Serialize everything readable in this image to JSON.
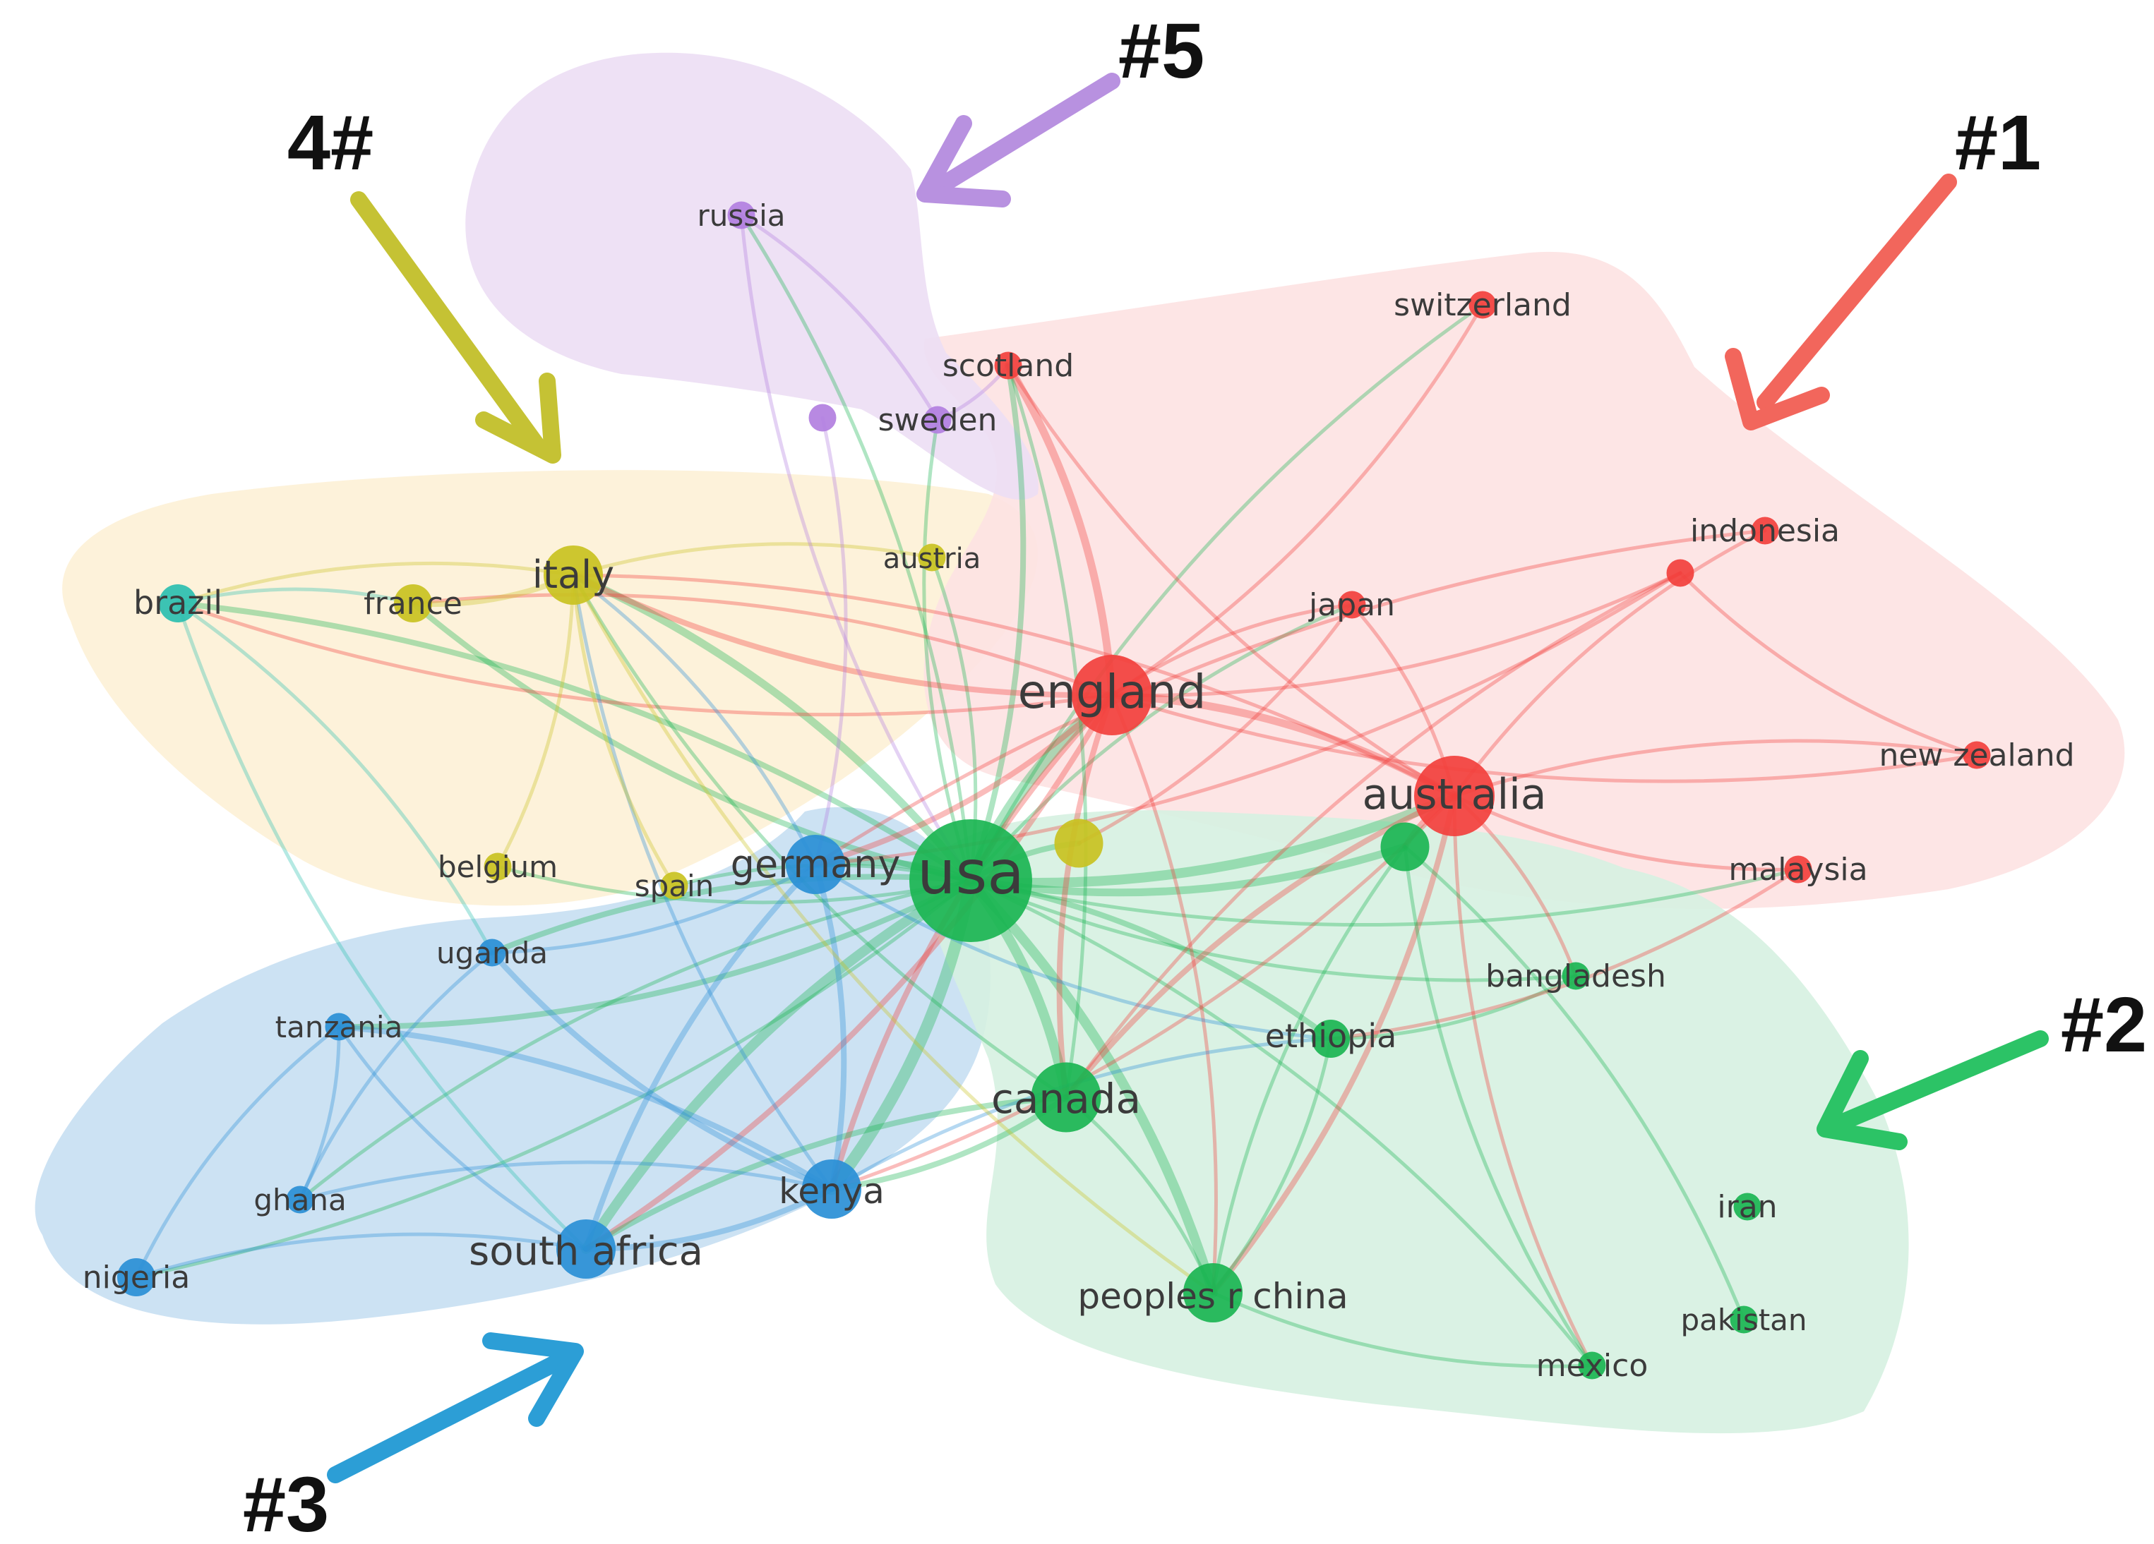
{
  "colors": {
    "c1": "#f2403d",
    "c2": "#1bb552",
    "c3": "#2a8fd6",
    "c4": "#c9c221",
    "c5": "#b27fe0",
    "teal": "#2bbfb0",
    "hull1": "#fde2e2",
    "hull2": "#d6f1e1",
    "hull3": "#c7dff2",
    "hull4": "#fdf1d6",
    "hull5": "#ecdef4",
    "arrow1": "#f2665c",
    "arrow2": "#2cc366",
    "arrow3": "#2c9ed6",
    "arrow4": "#c5c234",
    "arrow5": "#b891e0"
  },
  "cluster_tags": [
    {
      "id": "t1",
      "text": "#1",
      "color": "arrow1"
    },
    {
      "id": "t2",
      "text": "#2",
      "color": "arrow2"
    },
    {
      "id": "t3",
      "text": "#3",
      "color": "arrow3"
    },
    {
      "id": "t4",
      "text": "4#",
      "color": "arrow4"
    },
    {
      "id": "t5",
      "text": "#5",
      "color": "arrow5"
    }
  ],
  "nodes": [
    {
      "id": "usa",
      "label": "usa",
      "cluster": 2,
      "weight": 10
    },
    {
      "id": "england",
      "label": "england",
      "cluster": 1,
      "weight": 6
    },
    {
      "id": "australia",
      "label": "australia",
      "cluster": 1,
      "weight": 6
    },
    {
      "id": "canada",
      "label": "canada",
      "cluster": 2,
      "weight": 5
    },
    {
      "id": "south_africa",
      "label": "south africa",
      "cluster": 3,
      "weight": 4
    },
    {
      "id": "kenya",
      "label": "kenya",
      "cluster": 3,
      "weight": 4
    },
    {
      "id": "germany",
      "label": "germany",
      "cluster": 3,
      "weight": 4
    },
    {
      "id": "peoples_r_china",
      "label": "peoples r china",
      "cluster": 2,
      "weight": 4
    },
    {
      "id": "italy",
      "label": "italy",
      "cluster": 4,
      "weight": 4
    },
    {
      "id": "ethiopia",
      "label": "ethiopia",
      "cluster": 2,
      "weight": 2
    },
    {
      "id": "brazil",
      "label": "brazil",
      "cluster": "teal",
      "weight": 2
    },
    {
      "id": "france",
      "label": "france",
      "cluster": 4,
      "weight": 2
    },
    {
      "id": "austria",
      "label": "austria",
      "cluster": 4,
      "weight": 1
    },
    {
      "id": "belgium",
      "label": "belgium",
      "cluster": 4,
      "weight": 1
    },
    {
      "id": "spain",
      "label": "spain",
      "cluster": 4,
      "weight": 1
    },
    {
      "id": "uganda",
      "label": "uganda",
      "cluster": 3,
      "weight": 1
    },
    {
      "id": "tanzania",
      "label": "tanzania",
      "cluster": 3,
      "weight": 1
    },
    {
      "id": "ghana",
      "label": "ghana",
      "cluster": 3,
      "weight": 1
    },
    {
      "id": "nigeria",
      "label": "nigeria",
      "cluster": 3,
      "weight": 2
    },
    {
      "id": "russia",
      "label": "russia",
      "cluster": 5,
      "weight": 1
    },
    {
      "id": "sweden",
      "label": "sweden",
      "cluster": 5,
      "weight": 1
    },
    {
      "id": "scotland",
      "label": "scotland",
      "cluster": 1,
      "weight": 1
    },
    {
      "id": "switzerland",
      "label": "switzerland",
      "cluster": 1,
      "weight": 1
    },
    {
      "id": "indonesia",
      "label": "indonesia",
      "cluster": 1,
      "weight": 1
    },
    {
      "id": "japan",
      "label": "japan",
      "cluster": 1,
      "weight": 1
    },
    {
      "id": "new_zealand",
      "label": "new zealand",
      "cluster": 1,
      "weight": 1
    },
    {
      "id": "malaysia",
      "label": "malaysia",
      "cluster": 1,
      "weight": 1
    },
    {
      "id": "bangladesh",
      "label": "bangladesh",
      "cluster": 2,
      "weight": 1
    },
    {
      "id": "iran",
      "label": "iran",
      "cluster": 2,
      "weight": 1
    },
    {
      "id": "pakistan",
      "label": "pakistan",
      "cluster": 2,
      "weight": 1
    },
    {
      "id": "mexico",
      "label": "mexico",
      "cluster": 2,
      "weight": 1
    },
    {
      "id": "u_purple",
      "label": "",
      "cluster": 5,
      "weight": 1
    },
    {
      "id": "u_red",
      "label": "",
      "cluster": 1,
      "weight": 1
    },
    {
      "id": "u_green",
      "label": "",
      "cluster": 2,
      "weight": 3
    },
    {
      "id": "u_olive",
      "label": "",
      "cluster": 4,
      "weight": 3
    }
  ],
  "links": [
    [
      "usa",
      "england",
      5
    ],
    [
      "usa",
      "australia",
      4
    ],
    [
      "usa",
      "canada",
      4
    ],
    [
      "usa",
      "south_africa",
      4
    ],
    [
      "usa",
      "kenya",
      5
    ],
    [
      "usa",
      "germany",
      3
    ],
    [
      "usa",
      "peoples_r_china",
      4
    ],
    [
      "usa",
      "italy",
      3
    ],
    [
      "usa",
      "ethiopia",
      2
    ],
    [
      "usa",
      "brazil",
      2
    ],
    [
      "usa",
      "france",
      2
    ],
    [
      "usa",
      "uganda",
      2
    ],
    [
      "usa",
      "tanzania",
      2
    ],
    [
      "usa",
      "ghana",
      1
    ],
    [
      "usa",
      "nigeria",
      1
    ],
    [
      "usa",
      "scotland",
      2
    ],
    [
      "usa",
      "sweden",
      1
    ],
    [
      "usa",
      "russia",
      1
    ],
    [
      "usa",
      "switzerland",
      1
    ],
    [
      "usa",
      "bangladesh",
      1
    ],
    [
      "usa",
      "mexico",
      1
    ],
    [
      "usa",
      "u_green",
      3
    ],
    [
      "usa",
      "u_olive",
      2
    ],
    [
      "usa",
      "spain",
      1
    ],
    [
      "usa",
      "belgium",
      1
    ],
    [
      "usa",
      "austria",
      1
    ],
    [
      "usa",
      "japan",
      1
    ],
    [
      "usa",
      "malaysia",
      1
    ],
    [
      "england",
      "australia",
      3
    ],
    [
      "england",
      "canada",
      2
    ],
    [
      "england",
      "south_africa",
      2
    ],
    [
      "england",
      "kenya",
      2
    ],
    [
      "england",
      "italy",
      2
    ],
    [
      "england",
      "scotland",
      3
    ],
    [
      "england",
      "germany",
      2
    ],
    [
      "england",
      "new_zealand",
      1
    ],
    [
      "england",
      "japan",
      1
    ],
    [
      "england",
      "france",
      1
    ],
    [
      "england",
      "brazil",
      1
    ],
    [
      "england",
      "switzerland",
      1
    ],
    [
      "england",
      "peoples_r_china",
      1
    ],
    [
      "england",
      "u_red",
      1
    ],
    [
      "australia",
      "new_zealand",
      1
    ],
    [
      "australia",
      "malaysia",
      1
    ],
    [
      "australia",
      "indonesia",
      1
    ],
    [
      "australia",
      "japan",
      1
    ],
    [
      "australia",
      "peoples_r_china",
      2
    ],
    [
      "australia",
      "canada",
      2
    ],
    [
      "australia",
      "scotland",
      1
    ],
    [
      "australia",
      "u_green",
      2
    ],
    [
      "australia",
      "kenya",
      1
    ],
    [
      "australia",
      "italy",
      1
    ],
    [
      "australia",
      "bangladesh",
      1
    ],
    [
      "australia",
      "mexico",
      1
    ],
    [
      "canada",
      "kenya",
      2
    ],
    [
      "canada",
      "south_africa",
      2
    ],
    [
      "canada",
      "peoples_r_china",
      1
    ],
    [
      "canada",
      "scotland",
      1
    ],
    [
      "canada",
      "italy",
      1
    ],
    [
      "south_africa",
      "kenya",
      2
    ],
    [
      "south_africa",
      "germany",
      2
    ],
    [
      "south_africa",
      "nigeria",
      1
    ],
    [
      "south_africa",
      "tanzania",
      1
    ],
    [
      "kenya",
      "germany",
      2
    ],
    [
      "kenya",
      "uganda",
      2
    ],
    [
      "kenya",
      "tanzania",
      2
    ],
    [
      "kenya",
      "ethiopia",
      1
    ],
    [
      "kenya",
      "ghana",
      1
    ],
    [
      "kenya",
      "italy",
      1
    ],
    [
      "germany",
      "italy",
      1
    ],
    [
      "germany",
      "uganda",
      1
    ],
    [
      "germany",
      "ethiopia",
      1
    ],
    [
      "italy",
      "france",
      2
    ],
    [
      "italy",
      "brazil",
      1
    ],
    [
      "italy",
      "belgium",
      1
    ],
    [
      "italy",
      "spain",
      1
    ],
    [
      "italy",
      "austria",
      1
    ],
    [
      "italy",
      "peoples_r_china",
      1
    ],
    [
      "brazil",
      "france",
      1
    ],
    [
      "brazil",
      "south_africa",
      1
    ],
    [
      "brazil",
      "uganda",
      1
    ],
    [
      "ethiopia",
      "bangladesh",
      1
    ],
    [
      "ethiopia",
      "peoples_r_china",
      1
    ],
    [
      "peoples_r_china",
      "mexico",
      1
    ],
    [
      "peoples_r_china",
      "u_green",
      1
    ],
    [
      "u_green",
      "mexico",
      1
    ],
    [
      "u_green",
      "pakistan",
      1
    ],
    [
      "u_red",
      "new_zealand",
      1
    ],
    [
      "u_red",
      "germany",
      1
    ],
    [
      "u_red",
      "canada",
      1
    ],
    [
      "russia",
      "sweden",
      1
    ],
    [
      "russia",
      "usa",
      1
    ],
    [
      "u_purple",
      "germany",
      1
    ],
    [
      "sweden",
      "scotland",
      1
    ],
    [
      "malaysia",
      "ethiopia",
      1
    ],
    [
      "tanzania",
      "nigeria",
      1
    ],
    [
      "tanzania",
      "ghana",
      1
    ],
    [
      "uganda",
      "ghana",
      1
    ],
    [
      "japan",
      "u_olive",
      1
    ],
    [
      "indonesia",
      "germany",
      1
    ]
  ]
}
